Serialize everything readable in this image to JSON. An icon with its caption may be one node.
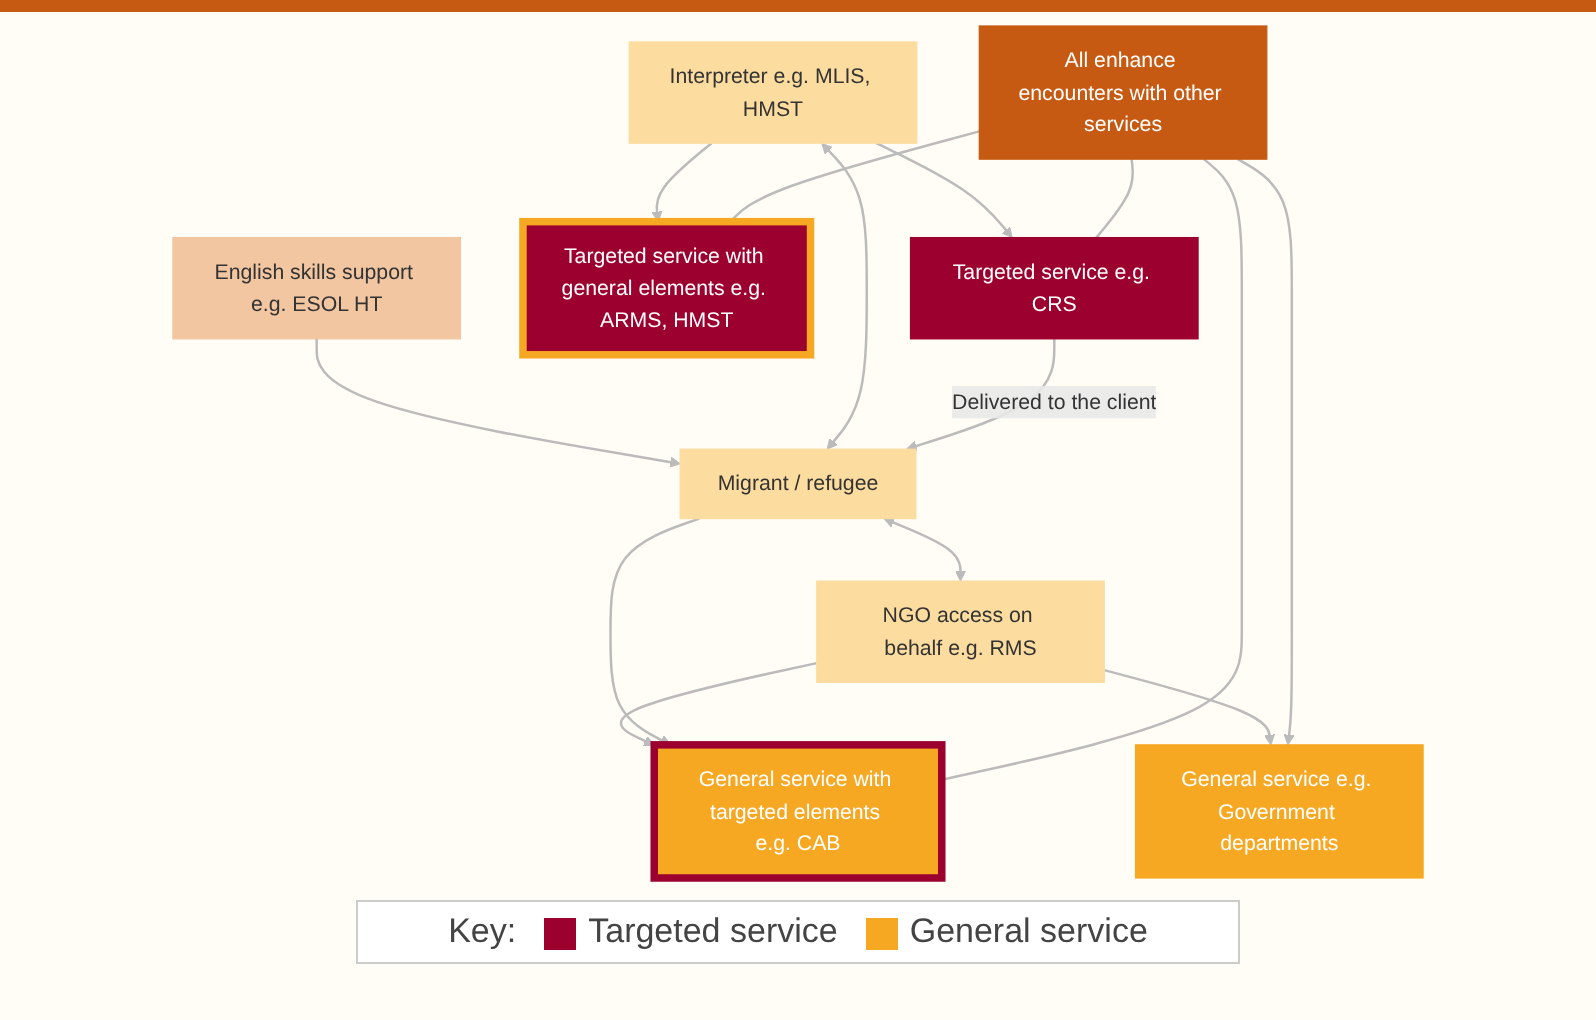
{
  "diagram": {
    "nodes": [
      {
        "text": [
          "Targeted service e.g. CRS"
        ]
      },
      {
        "text": [
          "Targeted service with general elements e.g. ARMS, HMST"
        ]
      },
      {
        "text": [
          "General service with targeted elements e.g. CAB"
        ]
      },
      {
        "text": [
          "General service e.g. Government departments"
        ]
      },
      {
        "text": [
          "All enhance encounters with other services"
        ]
      },
      {
        "text": [
          "Interpreter e.g. MLIS, HMST"
        ]
      },
      {
        "text": [
          "Migrant / refugee"
        ]
      },
      {
        "text": [
          "NGO access on behalf e.g. RMS"
        ]
      },
      {
        "text": [
          "English skills support e.g. ESOL HT"
        ]
      }
    ],
    "edges": [
      {
        "from": 4,
        "to": 0,
        "arrow": "none"
      },
      {
        "from": 4,
        "to": 1,
        "arrow": "none"
      },
      {
        "from": 4,
        "to": 2,
        "arrow": "none"
      },
      {
        "from": 4,
        "to": 3,
        "arrow": "to"
      },
      {
        "from": 0,
        "to": 6,
        "arrow": "to",
        "label": "Delivered to the client"
      },
      {
        "from": 5,
        "to": 0,
        "arrow": "to"
      },
      {
        "from": 5,
        "to": 1,
        "arrow": "to"
      },
      {
        "from": 6,
        "to": 2,
        "arrow": "to"
      },
      {
        "from": 7,
        "to": 2,
        "arrow": "to"
      },
      {
        "from": 7,
        "to": 3,
        "arrow": "to"
      },
      {
        "from": 5,
        "to": 6,
        "arrow": "both"
      },
      {
        "from": 6,
        "to": 7,
        "arrow": "both"
      },
      {
        "from": 8,
        "to": 6,
        "arrow": "to"
      }
    ],
    "labels": [
      "Key:"
    ],
    "legend": [
      {
        "text": "Targeted service",
        "color": "#9b002f"
      },
      {
        "text": "General service",
        "color": "#f7a823"
      }
    ]
  }
}
